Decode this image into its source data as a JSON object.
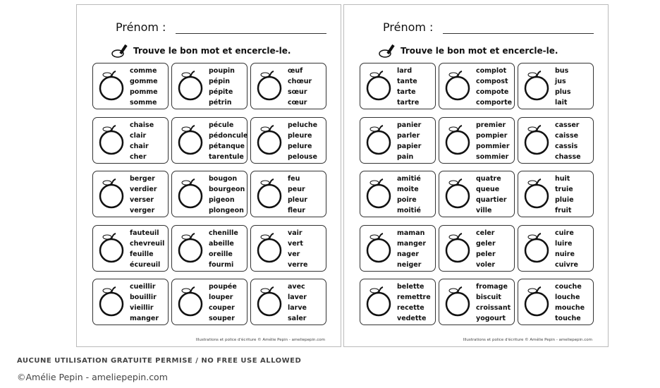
{
  "worksheet": {
    "name_label": "Prénom :",
    "instruction": "Trouve le bon mot et encercle-le.",
    "credit": "Illustrations et police d'écriture © Amélie Pepin - ameliepepin.com"
  },
  "pages": [
    {
      "cells": [
        {
          "icon": "apple-icon",
          "words": [
            "comme",
            "gomme",
            "pomme",
            "somme"
          ]
        },
        {
          "icon": "apple-half-icon",
          "words": [
            "poupin",
            "pépin",
            "pépite",
            "pétrin"
          ]
        },
        {
          "icon": "apple-core-icon",
          "words": [
            "œuf",
            "chœur",
            "sœur",
            "cœur"
          ]
        },
        {
          "icon": "apple-cut-icon",
          "words": [
            "chaise",
            "clair",
            "chair",
            "cher"
          ]
        },
        {
          "icon": "apple-stem-icon",
          "words": [
            "pécule",
            "pédoncule",
            "pétanque",
            "tarentule"
          ]
        },
        {
          "icon": "peeler-icon",
          "words": [
            "peluche",
            "pleure",
            "pelure",
            "pelouse"
          ]
        },
        {
          "icon": "orchard-icon",
          "words": [
            "berger",
            "verdier",
            "verser",
            "verger"
          ]
        },
        {
          "icon": "bud-icon",
          "words": [
            "bougon",
            "bourgeon",
            "pigeon",
            "plongeon"
          ]
        },
        {
          "icon": "flower-icon",
          "words": [
            "feu",
            "peur",
            "pleur",
            "fleur"
          ]
        },
        {
          "icon": "leaf-icon",
          "words": [
            "fauteuil",
            "chevreuil",
            "feuille",
            "écureuil"
          ]
        },
        {
          "icon": "bee-icon",
          "words": [
            "chenille",
            "abeille",
            "oreille",
            "fourmi"
          ]
        },
        {
          "icon": "worm-icon",
          "words": [
            "vair",
            "vert",
            "ver",
            "verre"
          ]
        },
        {
          "icon": "picking-icon",
          "words": [
            "cueillir",
            "bouillir",
            "vieillir",
            "manger"
          ]
        },
        {
          "icon": "knife-icon",
          "words": [
            "poupée",
            "louper",
            "couper",
            "souper"
          ]
        },
        {
          "icon": "faucet-icon",
          "words": [
            "avec",
            "laver",
            "larve",
            "saler"
          ]
        }
      ]
    },
    {
      "cells": [
        {
          "icon": "pie-icon",
          "words": [
            "lard",
            "tante",
            "tarte",
            "tartre"
          ]
        },
        {
          "icon": "compote-icon",
          "words": [
            "complot",
            "compost",
            "compote",
            "comporte"
          ]
        },
        {
          "icon": "juice-icon",
          "words": [
            "bus",
            "jus",
            "plus",
            "lait"
          ]
        },
        {
          "icon": "basket-icon",
          "words": [
            "panier",
            "parler",
            "papier",
            "pain"
          ]
        },
        {
          "icon": "tree-icon",
          "words": [
            "premier",
            "pompier",
            "pommier",
            "sommier"
          ]
        },
        {
          "icon": "crate-icon",
          "words": [
            "casser",
            "caisse",
            "cassis",
            "chasse"
          ]
        },
        {
          "icon": "apples-icon",
          "words": [
            "amitié",
            "moite",
            "poire",
            "moitié"
          ]
        },
        {
          "icon": "apple-quarter-icon",
          "words": [
            "quatre",
            "queue",
            "quartier",
            "ville"
          ]
        },
        {
          "icon": "fruits-icon",
          "words": [
            "huit",
            "truie",
            "pluie",
            "fruit"
          ]
        },
        {
          "icon": "grandma-icon",
          "words": [
            "maman",
            "manger",
            "nager",
            "neiger"
          ]
        },
        {
          "icon": "boy-peeling-icon",
          "words": [
            "celer",
            "geler",
            "peler",
            "voler"
          ]
        },
        {
          "icon": "oven-icon",
          "words": [
            "cuire",
            "luire",
            "nuire",
            "cuivre"
          ]
        },
        {
          "icon": "recipe-icon",
          "words": [
            "belette",
            "remettre",
            "recette",
            "vedette"
          ]
        },
        {
          "icon": "cookie-icon",
          "words": [
            "fromage",
            "biscuit",
            "croissant",
            "yogourt"
          ]
        },
        {
          "icon": "apple-seeds-icon",
          "words": [
            "couche",
            "louche",
            "mouche",
            "touche"
          ]
        }
      ]
    }
  ],
  "watermark": {
    "line1": "Amélie Pepin",
    "line2": "illustrations"
  },
  "footer": {
    "notice": "AUCUNE UTILISATION GRATUITE PERMISE / NO FREE USE ALLOWED",
    "copyright": "©Amélie Pepin - ameliepepin.com"
  }
}
